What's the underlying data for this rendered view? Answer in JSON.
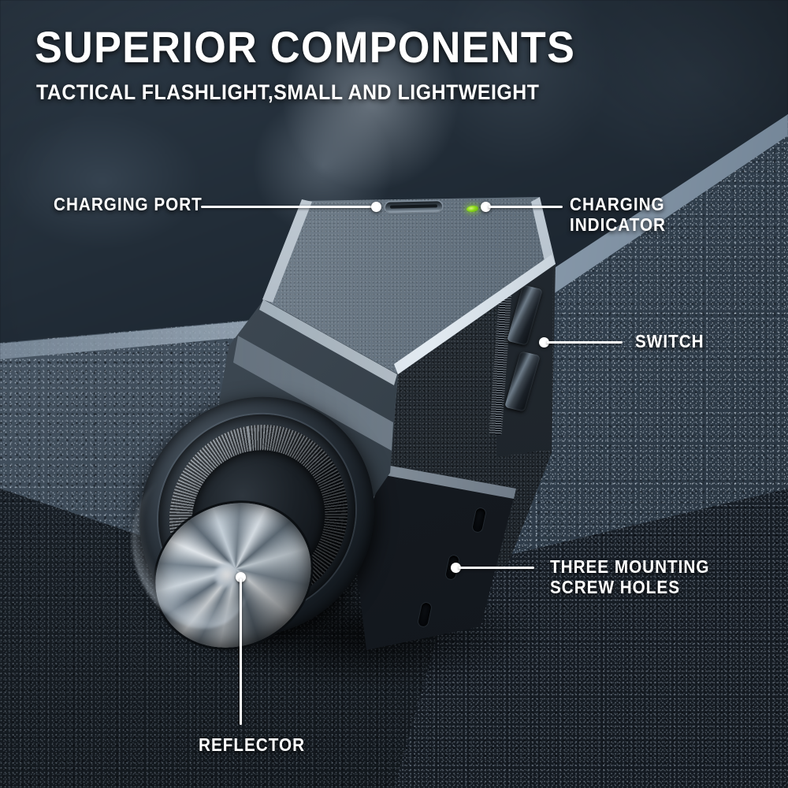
{
  "header": {
    "title": "SUPERIOR COMPONENTS",
    "subtitle": "TACTICAL FLASHLIGHT,SMALL AND LIGHTWEIGHT"
  },
  "product": {
    "name": "tactical-flashlight",
    "colors": {
      "led_green": "#8fdc1d",
      "body_dark": "#1d2329",
      "body_light": "#76838f",
      "label_white": "#ffffff",
      "rock_blue_grey": "#48596a"
    }
  },
  "callouts": [
    {
      "id": "charging-port",
      "label": "CHARGING PORT"
    },
    {
      "id": "charging-indicator",
      "label": "CHARGING INDICATOR"
    },
    {
      "id": "switch",
      "label": "SWITCH"
    },
    {
      "id": "mounting-holes",
      "label": "THREE MOUNTING\nSCREW HOLES"
    },
    {
      "id": "reflector",
      "label": "REFLECTOR"
    }
  ]
}
